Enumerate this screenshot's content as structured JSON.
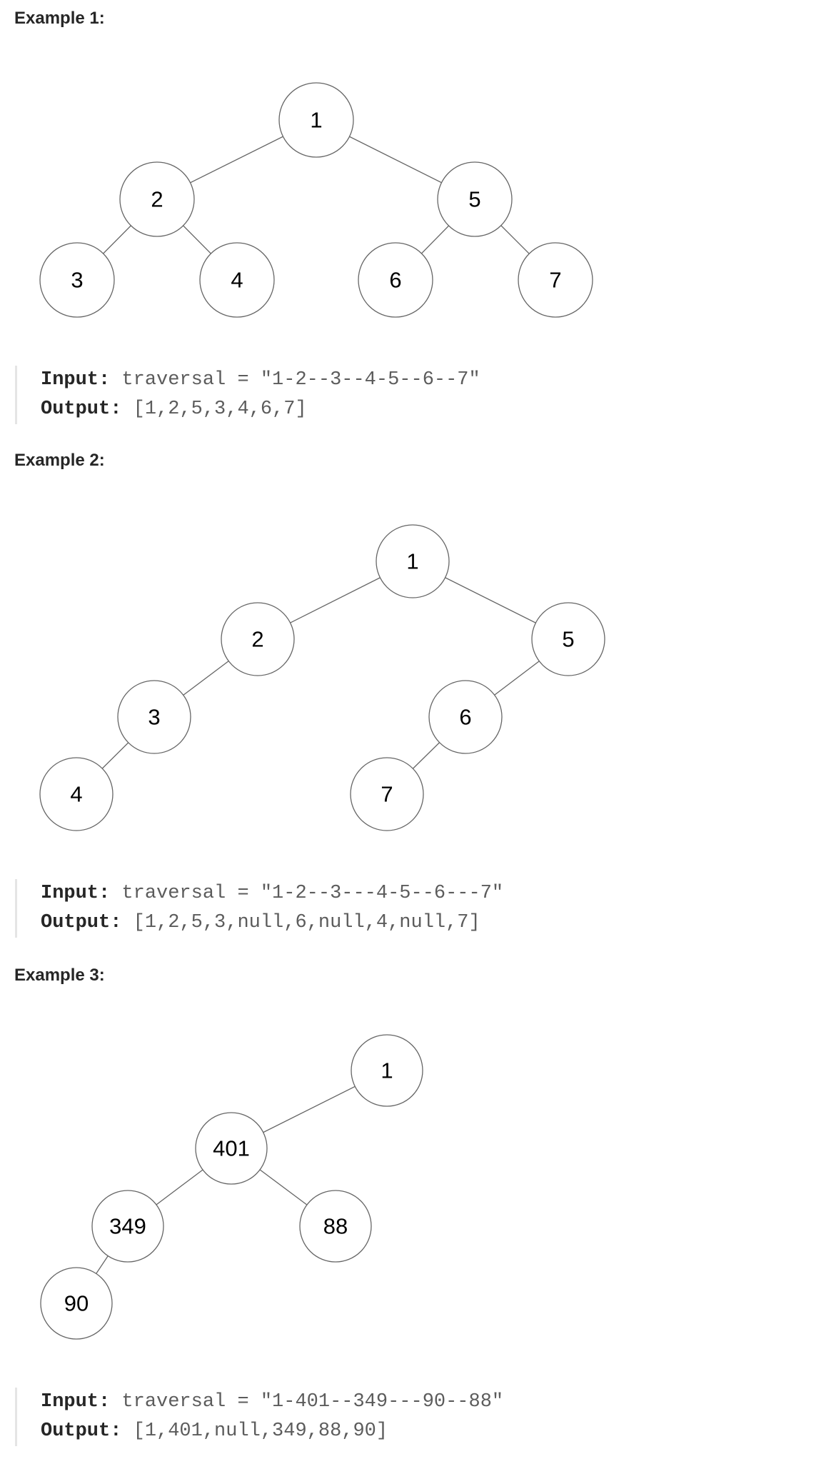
{
  "examples": [
    {
      "heading": "Example 1:",
      "nodes": [
        "1",
        "2",
        "5",
        "3",
        "4",
        "6",
        "7"
      ],
      "input_label": "Input:",
      "input_value": "traversal = \"1-2--3--4-5--6--7\"",
      "output_label": "Output:",
      "output_value": "[1,2,5,3,4,6,7]"
    },
    {
      "heading": "Example 2:",
      "nodes": [
        "1",
        "2",
        "5",
        "3",
        "6",
        "4",
        "7"
      ],
      "input_label": "Input:",
      "input_value": "traversal = \"1-2--3---4-5--6---7\"",
      "output_label": "Output:",
      "output_value": "[1,2,5,3,null,6,null,4,null,7]"
    },
    {
      "heading": "Example 3:",
      "nodes": [
        "1",
        "401",
        "349",
        "88",
        "90"
      ],
      "input_label": "Input:",
      "input_value": "traversal = \"1-401--349---90--88\"",
      "output_label": "Output:",
      "output_value": "[1,401,null,349,88,90]"
    }
  ]
}
